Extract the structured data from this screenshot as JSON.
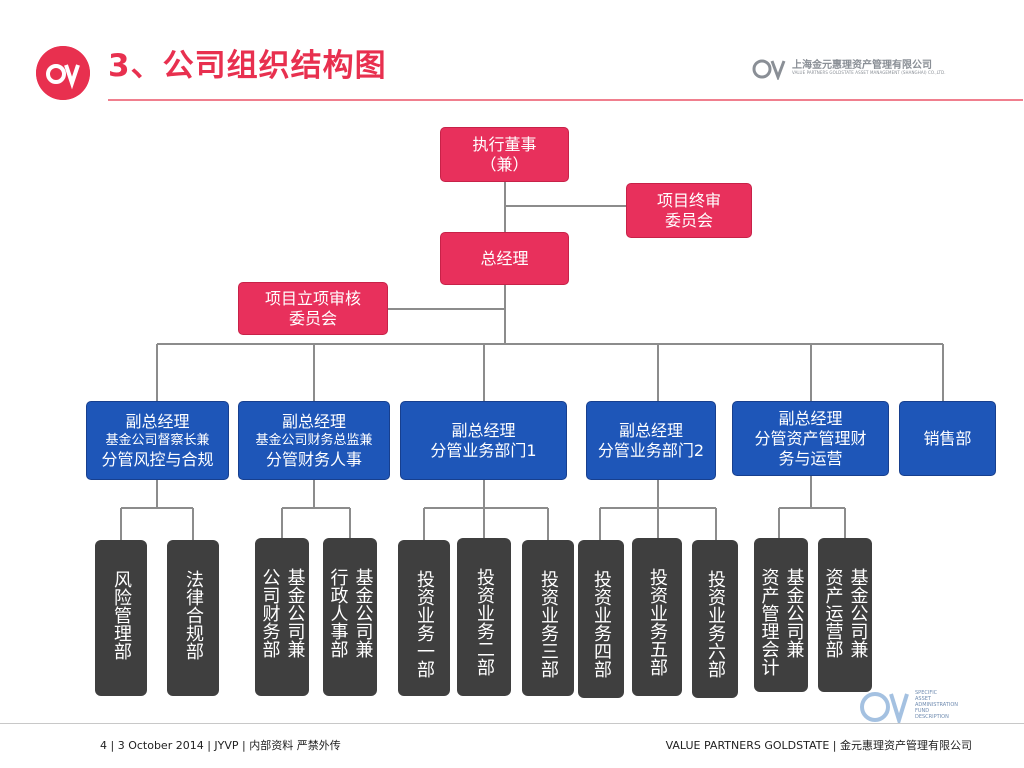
{
  "header": {
    "title": "3、公司组织结构图",
    "company_name": "上海金元惠理资产管理有限公司",
    "company_subtitle": "VALUE PARTNERS GOLDSTATE ASSET MANAGEMENT (SHANGHAI) CO.,LTD."
  },
  "chart": {
    "top": {
      "executive_line1": "执行董事",
      "executive_line2": "（兼）",
      "final_review_line1": "项目终审",
      "final_review_line2": "委员会",
      "general_manager": "总经理",
      "initiation_line1": "项目立项审核",
      "initiation_line2": "委员会"
    },
    "managers": [
      {
        "line1": "副总经理",
        "line2": "基金公司督察长兼",
        "line3": "分管风控与合规"
      },
      {
        "line1": "副总经理",
        "line2": "基金公司财务总监兼",
        "line3": "分管财务人事"
      },
      {
        "line1": "副总经理",
        "line2": "分管业务部门1"
      },
      {
        "line1": "副总经理",
        "line2": "分管业务部门2"
      },
      {
        "line1": "副总经理",
        "line2": "分管资产管理财",
        "line3": "务与运营"
      },
      {
        "line1": "销售部"
      }
    ],
    "departments": [
      {
        "col1": "风险管理部"
      },
      {
        "col1": "法律合规部"
      },
      {
        "col1": "公司财务部",
        "col2": "基金公司兼"
      },
      {
        "col1": "行政人事部",
        "col2": "基金公司兼"
      },
      {
        "col1": "投资业务一部"
      },
      {
        "col1": "投资业务二部"
      },
      {
        "col1": "投资业务三部"
      },
      {
        "col1": "投资业务四部"
      },
      {
        "col1": "投资业务五部"
      },
      {
        "col1": "投资业务六部"
      },
      {
        "col1": "资产管理会计",
        "col2": "基金公司兼"
      },
      {
        "col1": "资产运营部",
        "col2": "基金公司兼"
      }
    ]
  },
  "footer": {
    "left": "4 | 3 October 2014 | JYVP | 内部资料 严禁外传",
    "right": "VALUE PARTNERS GOLDSTATE | 金元惠理资产管理有限公司",
    "corner_text": "SPECIFIC\nASSET\nADMINISTRATION\nFUND\nDESCRIPTION"
  },
  "colors": {
    "accent_pink": "#e8305c",
    "manager_blue": "#1e56b8",
    "department_gray": "#3f3f3f",
    "connector_gray": "#8c8c8c"
  },
  "icons": {
    "brand_logo": "vp-logo-icon",
    "company_logo": "vp-company-logo-icon"
  }
}
